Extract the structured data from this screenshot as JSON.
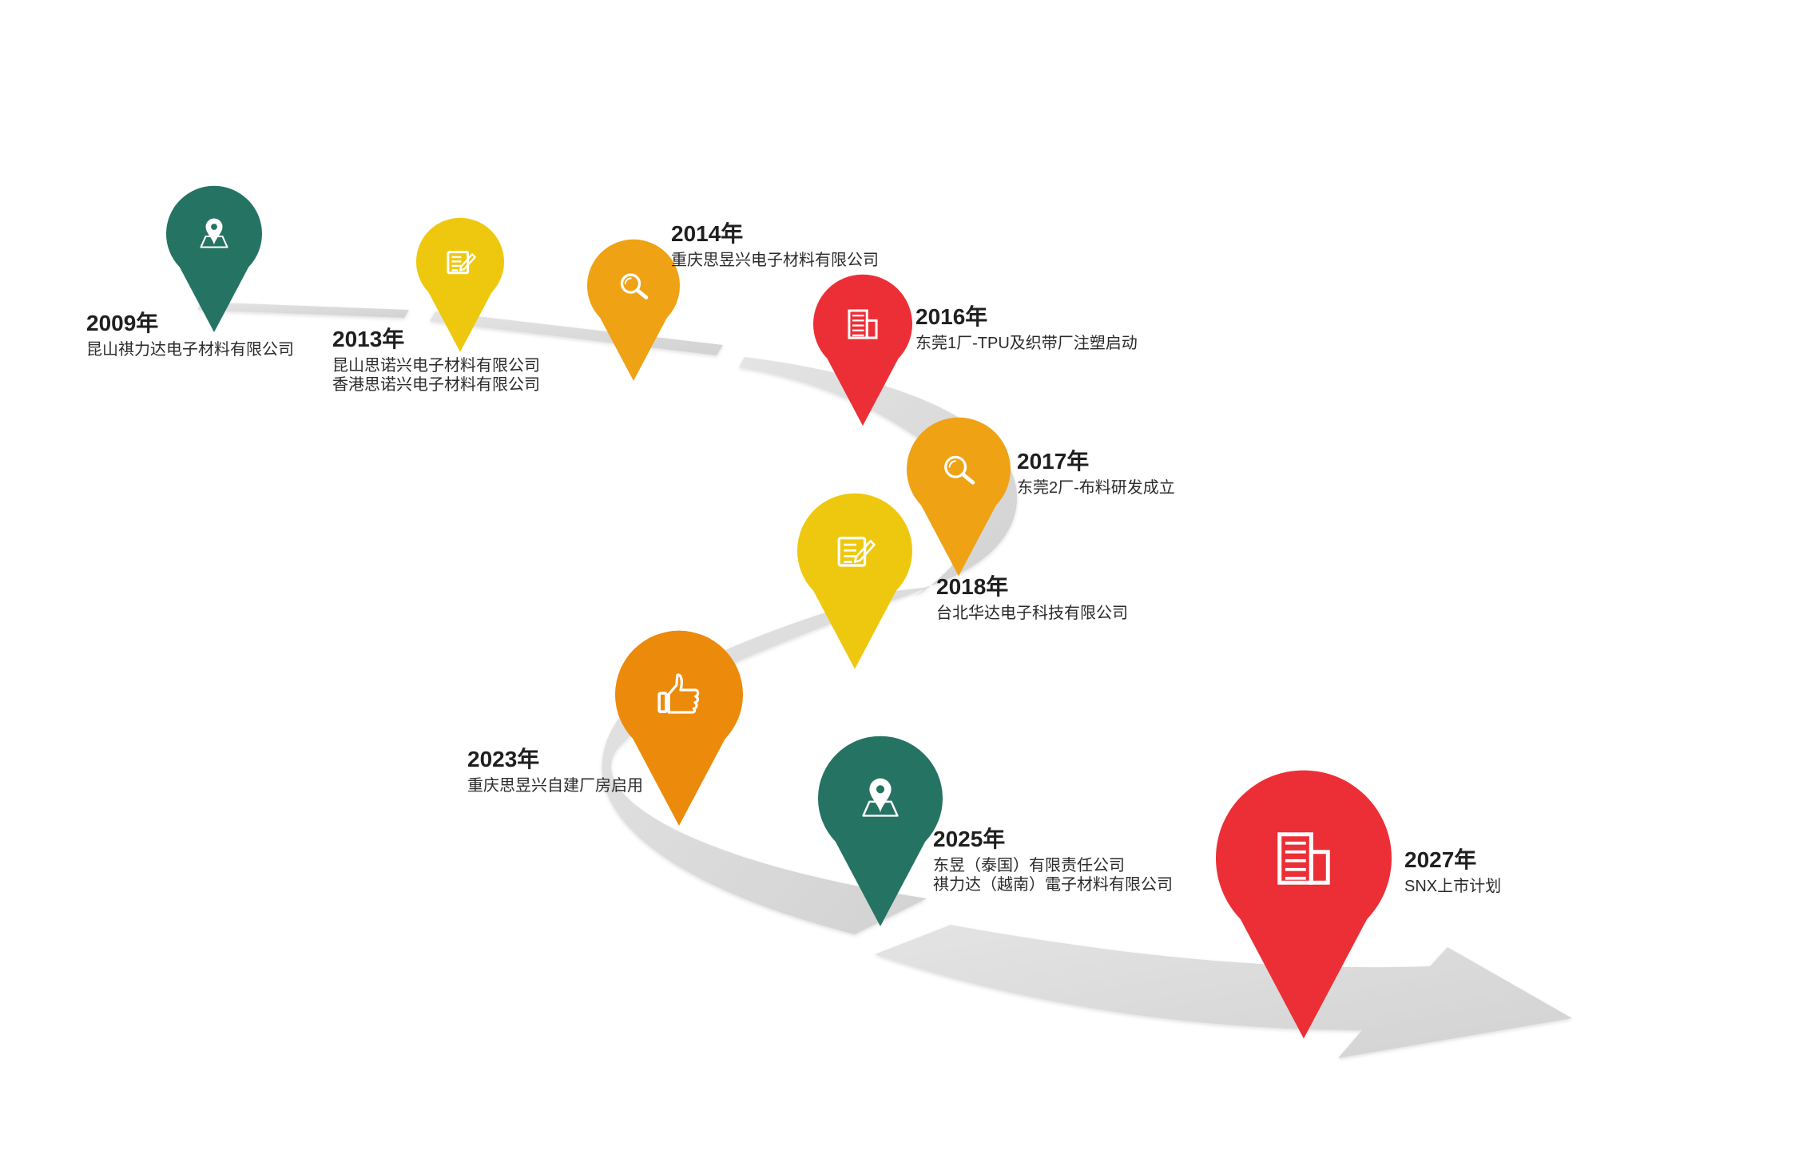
{
  "timeline": [
    {
      "year": "2009年",
      "lines": [
        "昆山祺力达电子材料有限公司"
      ],
      "icon": "map-pin-icon",
      "color": "#257363"
    },
    {
      "year": "2013年",
      "lines": [
        "昆山思诺兴电子材料有限公司",
        "香港思诺兴电子材料有限公司"
      ],
      "icon": "edit-document-icon",
      "color": "#eec80e"
    },
    {
      "year": "2014年",
      "lines": [
        "重庆思昱兴电子材料有限公司"
      ],
      "icon": "magnifier-icon",
      "color": "#eea214"
    },
    {
      "year": "2016年",
      "lines": [
        "东莞1厂-TPU及织带厂注塑启动"
      ],
      "icon": "building-icon",
      "color": "#ec2f36"
    },
    {
      "year": "2017年",
      "lines": [
        "东莞2厂-布料研发成立"
      ],
      "icon": "magnifier-icon",
      "color": "#eea214"
    },
    {
      "year": "2018年",
      "lines": [
        "台北华达电子科技有限公司"
      ],
      "icon": "edit-document-icon",
      "color": "#eec80e"
    },
    {
      "year": "2023年",
      "lines": [
        "重庆思昱兴自建厂房启用"
      ],
      "icon": "thumbs-up-icon",
      "color": "#ec8a0b"
    },
    {
      "year": "2025年",
      "lines": [
        "东昱（泰国）有限责任公司",
        "祺力达（越南）電子材料有限公司"
      ],
      "icon": "map-pin-icon",
      "color": "#257363"
    },
    {
      "year": "2027年",
      "lines": [
        "SNX上市计划"
      ],
      "icon": "building-icon",
      "color": "#ec2f36"
    }
  ]
}
